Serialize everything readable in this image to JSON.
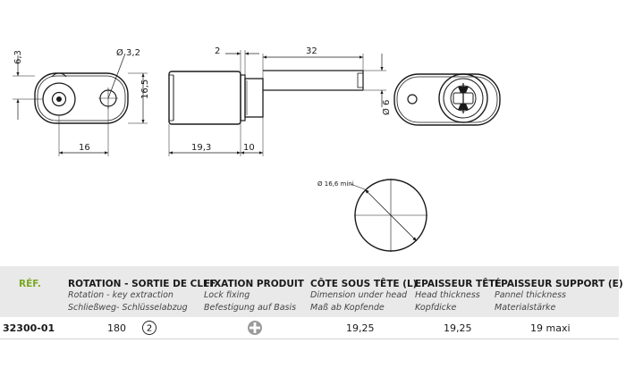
{
  "dimensions": {
    "d_3_2": "Ø 3,2",
    "d_6_3": "6,3",
    "d_16_5": "16,5",
    "d_16": "16",
    "d_2": "2",
    "d_32": "32",
    "d_19_3": "19,3",
    "d_10": "10",
    "d_6": "Ø 6",
    "d_16_6": "Ø 16,6 mini"
  },
  "table": {
    "ref_header": "RÉF.",
    "columns": [
      {
        "title": "ROTATION - SORTIE DE CLEF",
        "sub1": "Rotation - key extraction",
        "sub2": "Schließweg- Schlüsselabzug"
      },
      {
        "title": "FIXATION PRODUIT",
        "sub1": "Lock fixing",
        "sub2": "Befestigung auf Basis"
      },
      {
        "title": "CÔTE SOUS TÊTE (L)",
        "sub1": "Dimension under head",
        "sub2": "Maß ab Kopfende"
      },
      {
        "title": "EPAISSEUR TÊTE",
        "sub1": "Head thickness",
        "sub2": "Kopfdicke"
      },
      {
        "title": "ÉPAISSEUR SUPPORT (E)",
        "sub1": "Pannel thickness",
        "sub2": "Materialstärke"
      }
    ],
    "row": {
      "ref": "32300-01",
      "rotation": "180",
      "rotation_badge": "2",
      "fixing_icon": "cross-screw-icon",
      "dimension_under_head": "19,25",
      "head_thickness": "19,25",
      "panel_thickness": "19 maxi"
    }
  }
}
